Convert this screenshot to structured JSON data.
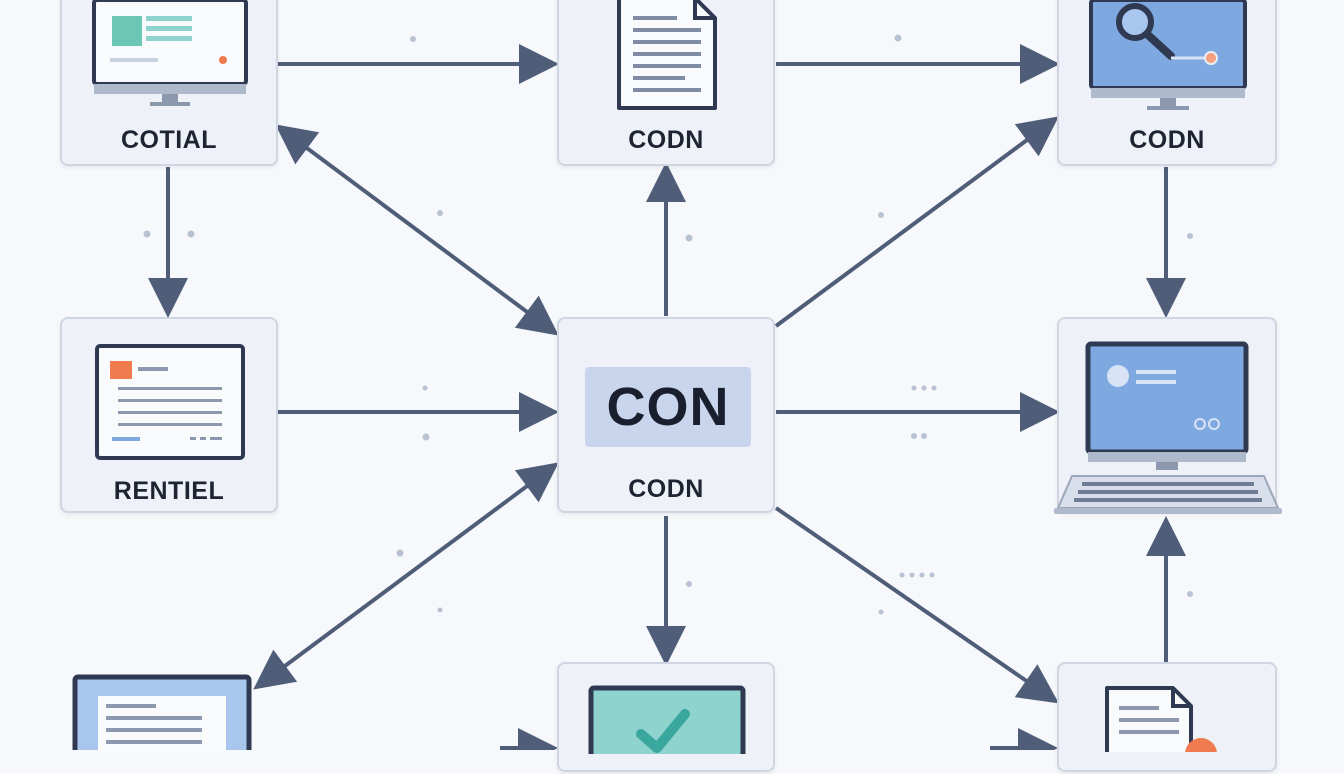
{
  "colors": {
    "background": "#f6f8fb",
    "node_fill": "#eef2f8",
    "node_border": "#cfd6e2",
    "arrow": "#4f5d78",
    "screen_blue": "#7ea8e0",
    "screen_teal": "#8fd3cf",
    "accent_orange": "#f07b4f",
    "accent_teal": "#6cc7b4"
  },
  "nodes": {
    "top_left": {
      "label": "COTIAL",
      "icon": "monitor-form-icon"
    },
    "top_mid": {
      "label": "CODN",
      "icon": "document-icon"
    },
    "top_right": {
      "label": "CODN",
      "icon": "monitor-search-icon"
    },
    "mid_left": {
      "label": "RENTIEL",
      "icon": "report-screen-icon"
    },
    "hub": {
      "badge": "CON",
      "label": "CODN"
    },
    "mid_right": {
      "label": "",
      "icon": "laptop-icon"
    },
    "bot_left": {
      "label": "",
      "icon": "monitor-list-icon"
    },
    "bot_mid": {
      "label": "",
      "icon": "checkmark-screen-icon"
    },
    "bot_right": {
      "label": "",
      "icon": "document-badge-icon"
    }
  }
}
